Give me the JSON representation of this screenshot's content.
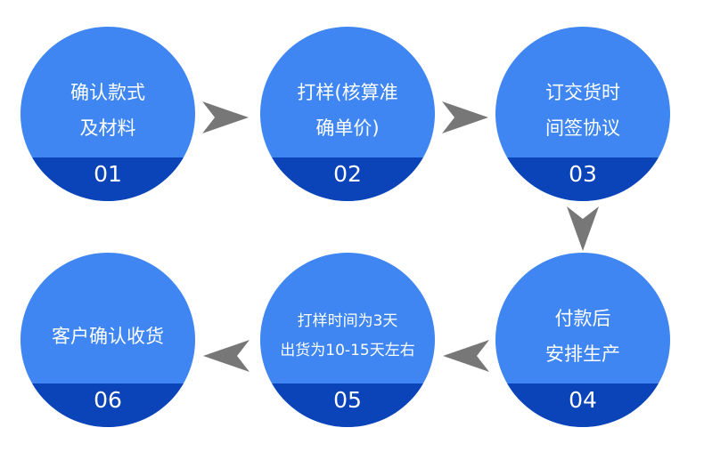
{
  "steps": [
    {
      "number": "01",
      "lines": [
        "确认款式",
        "及材料"
      ]
    },
    {
      "number": "02",
      "lines": [
        "打样(核算准",
        "确单价)"
      ]
    },
    {
      "number": "03",
      "lines": [
        "订交货时",
        "间签协议"
      ]
    },
    {
      "number": "04",
      "lines": [
        "付款后",
        "安排生产"
      ]
    },
    {
      "number": "05",
      "lines": [
        "打样时间为3天",
        "出货为10-15天左右"
      ]
    },
    {
      "number": "06",
      "lines": [
        "客户确认收货"
      ]
    }
  ],
  "colors": {
    "circle": "#3f86f2",
    "band": "#0b43b8",
    "arrow": "#777777"
  },
  "icons": {
    "arrow_right": "arrow-right-icon",
    "arrow_down": "arrow-down-icon",
    "arrow_left": "arrow-left-icon"
  }
}
